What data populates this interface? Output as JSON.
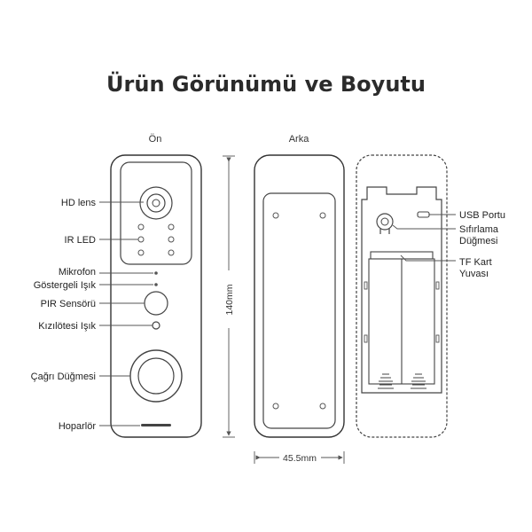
{
  "title": "Ürün Görünümü ve Boyutu",
  "views": {
    "front": "Ön",
    "back": "Arka"
  },
  "front_labels": {
    "hd_lens": "HD lens",
    "ir_led": "IR LED",
    "microphone": "Mikrofon",
    "indicator": "Göstergeli Işık",
    "pir": "PIR Sensörü",
    "infrared": "Kızılötesi Işık",
    "call_button": "Çağrı Düğmesi",
    "speaker": "Hoparlör"
  },
  "back_labels": {
    "usb": "USB Portu",
    "reset_1": "Sıfırlama",
    "reset_2": "Düğmesi",
    "tf_1": "TF Kart",
    "tf_2": "Yuvası"
  },
  "dimensions": {
    "height": "140mm",
    "width": "45.5mm"
  }
}
